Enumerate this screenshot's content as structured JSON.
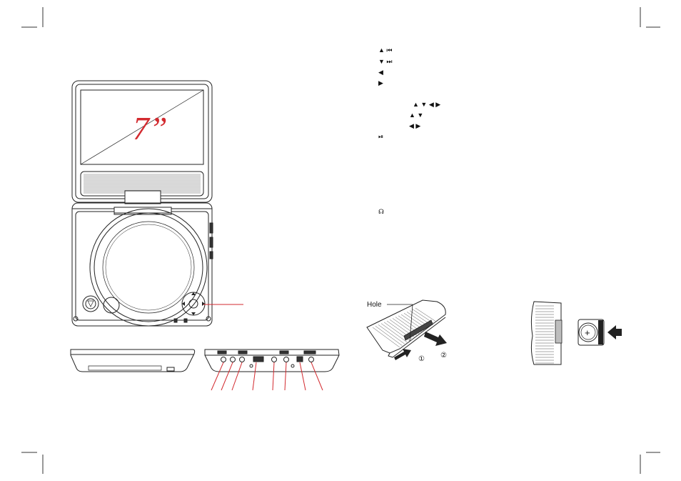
{
  "page": {
    "background": "#ffffff",
    "accent": "#d32a2f"
  },
  "screen_label": "7”",
  "remote_symbols": [
    {
      "glyph": "▲ ⏮",
      "name": "up-prev-symbol"
    },
    {
      "glyph": "▼ ⏭",
      "name": "down-next-symbol"
    },
    {
      "glyph": "◀",
      "name": "left-symbol"
    },
    {
      "glyph": "▶",
      "name": "right-symbol"
    },
    {
      "glyph": "▲ ▼ ◀ ▶",
      "name": "direction-keys-symbol"
    },
    {
      "glyph": "▲ ▼",
      "name": "up-down-symbol"
    },
    {
      "glyph": "◀ ▶",
      "name": "left-right-symbol"
    },
    {
      "glyph": "⏯",
      "name": "play-pause-symbol"
    },
    {
      "glyph": "☊",
      "name": "headphone-symbol"
    }
  ],
  "remote_diagram": {
    "hole_label": "Hole",
    "step_1": "①",
    "step_2": "②"
  },
  "battery_diagram": {
    "plus_sign": "+"
  }
}
